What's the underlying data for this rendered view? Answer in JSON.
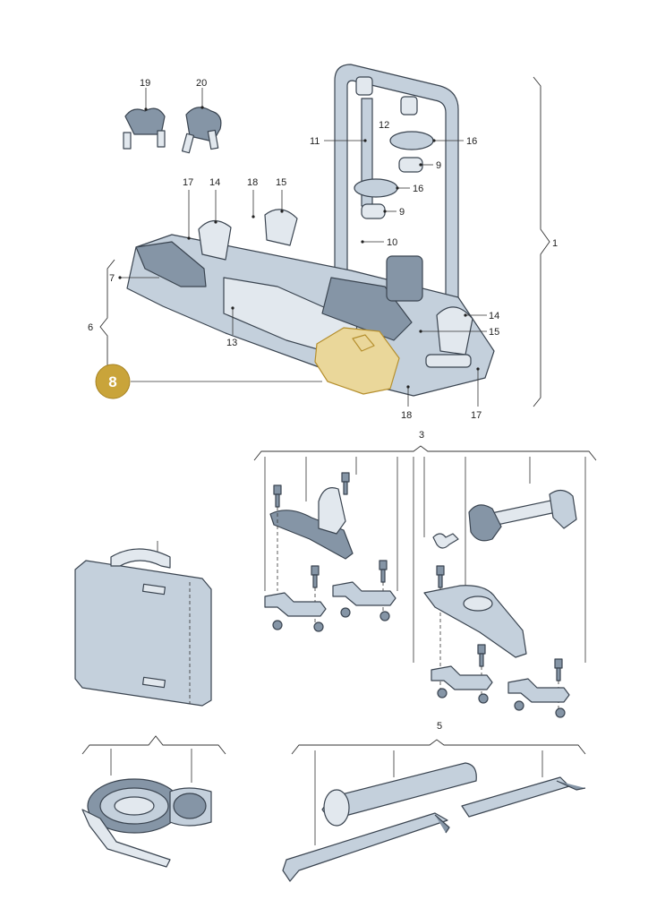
{
  "callouts": {
    "c19": "19",
    "c20": "20",
    "c17a": "17",
    "c14a": "14",
    "c18a": "18",
    "c15a": "15",
    "c11": "11",
    "c12": "12",
    "c16a": "16",
    "c9a": "9",
    "c16b": "16",
    "c9b": "9",
    "c10": "10",
    "c7": "7",
    "c6": "6",
    "c1": "1",
    "c14b": "14",
    "c15b": "15",
    "c13": "13",
    "c18b": "18",
    "c17b": "17",
    "c8": "8",
    "c3": "3",
    "c5": "5"
  },
  "colors": {
    "highlight_fill": "#ead79a",
    "highlight_badge": "#c9a43a",
    "part_fill": "#c4d0dc",
    "outline": "#3a4450"
  }
}
